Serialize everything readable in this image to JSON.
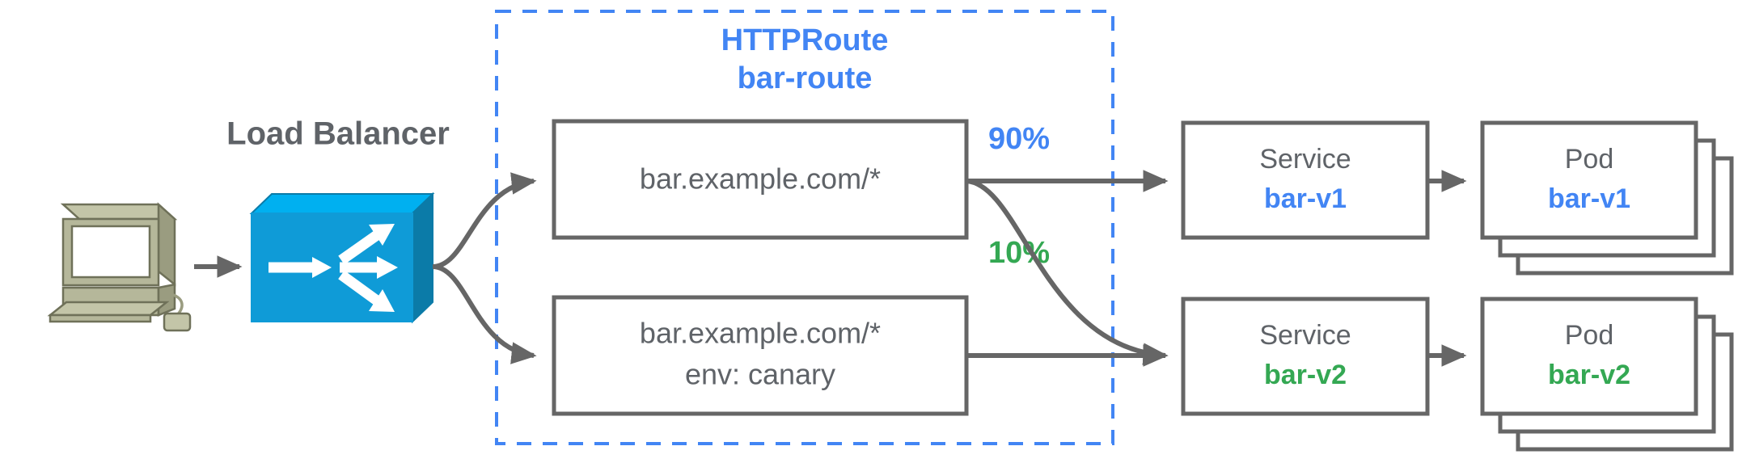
{
  "diagram": {
    "title_group": {
      "line1": "HTTPRoute",
      "line2": "bar-route"
    },
    "load_balancer_label": "Load Balancer",
    "client": {
      "icon": "workstation-icon"
    },
    "routes": [
      {
        "id": "route-primary",
        "line1": "bar.example.com/*",
        "line2": ""
      },
      {
        "id": "route-canary",
        "line1": "bar.example.com/*",
        "line2": "env: canary"
      }
    ],
    "weights": [
      {
        "id": "weight-90",
        "label": "90%",
        "color": "#4285f4"
      },
      {
        "id": "weight-10",
        "label": "10%",
        "color": "#34a853"
      }
    ],
    "services": [
      {
        "id": "service-bar-v1",
        "kind": "Service",
        "name": "bar-v1",
        "color": "#4285f4"
      },
      {
        "id": "service-bar-v2",
        "kind": "Service",
        "name": "bar-v2",
        "color": "#34a853"
      }
    ],
    "pods": [
      {
        "id": "pod-bar-v1",
        "kind": "Pod",
        "name": "bar-v1",
        "color": "#4285f4",
        "replicas": 3
      },
      {
        "id": "pod-bar-v2",
        "kind": "Pod",
        "name": "bar-v2",
        "color": "#34a853",
        "replicas": 3
      }
    ],
    "colors": {
      "blue": "#4285f4",
      "green": "#34a853",
      "gray": "#666666",
      "text_gray": "#5f6368",
      "lb_blue": "#0f9bd7",
      "lb_blue_top": "#00b0f0",
      "lb_blue_side": "#0b7ba8",
      "client_body": "#b5b79a",
      "client_shade": "#9a9c80",
      "background": "#ffffff"
    }
  }
}
